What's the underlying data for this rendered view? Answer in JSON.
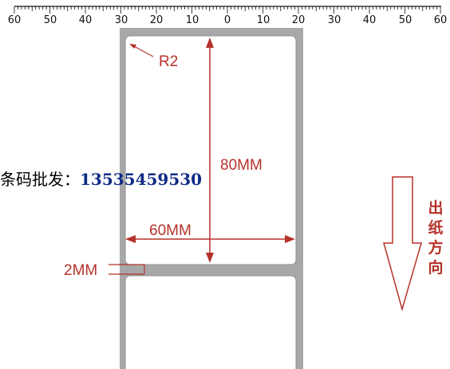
{
  "ruler": {
    "labels": [
      "60",
      "50",
      "40",
      "30",
      "20",
      "10",
      "0",
      "10",
      "20",
      "30",
      "40",
      "50",
      "60"
    ]
  },
  "annotations": {
    "corner_radius": "R2",
    "height": "80MM",
    "width": "60MM",
    "gap": "2MM"
  },
  "contact": {
    "label": "条码批发：",
    "number": "13535459530"
  },
  "feed_direction": {
    "chars": [
      "出",
      "纸",
      "方",
      "向"
    ]
  },
  "colors": {
    "annotation_red": "#b5322a",
    "liner_gray": "#a8a8a8",
    "label_border": "#8f8f8f",
    "contact_blue": "#0f2b86"
  }
}
